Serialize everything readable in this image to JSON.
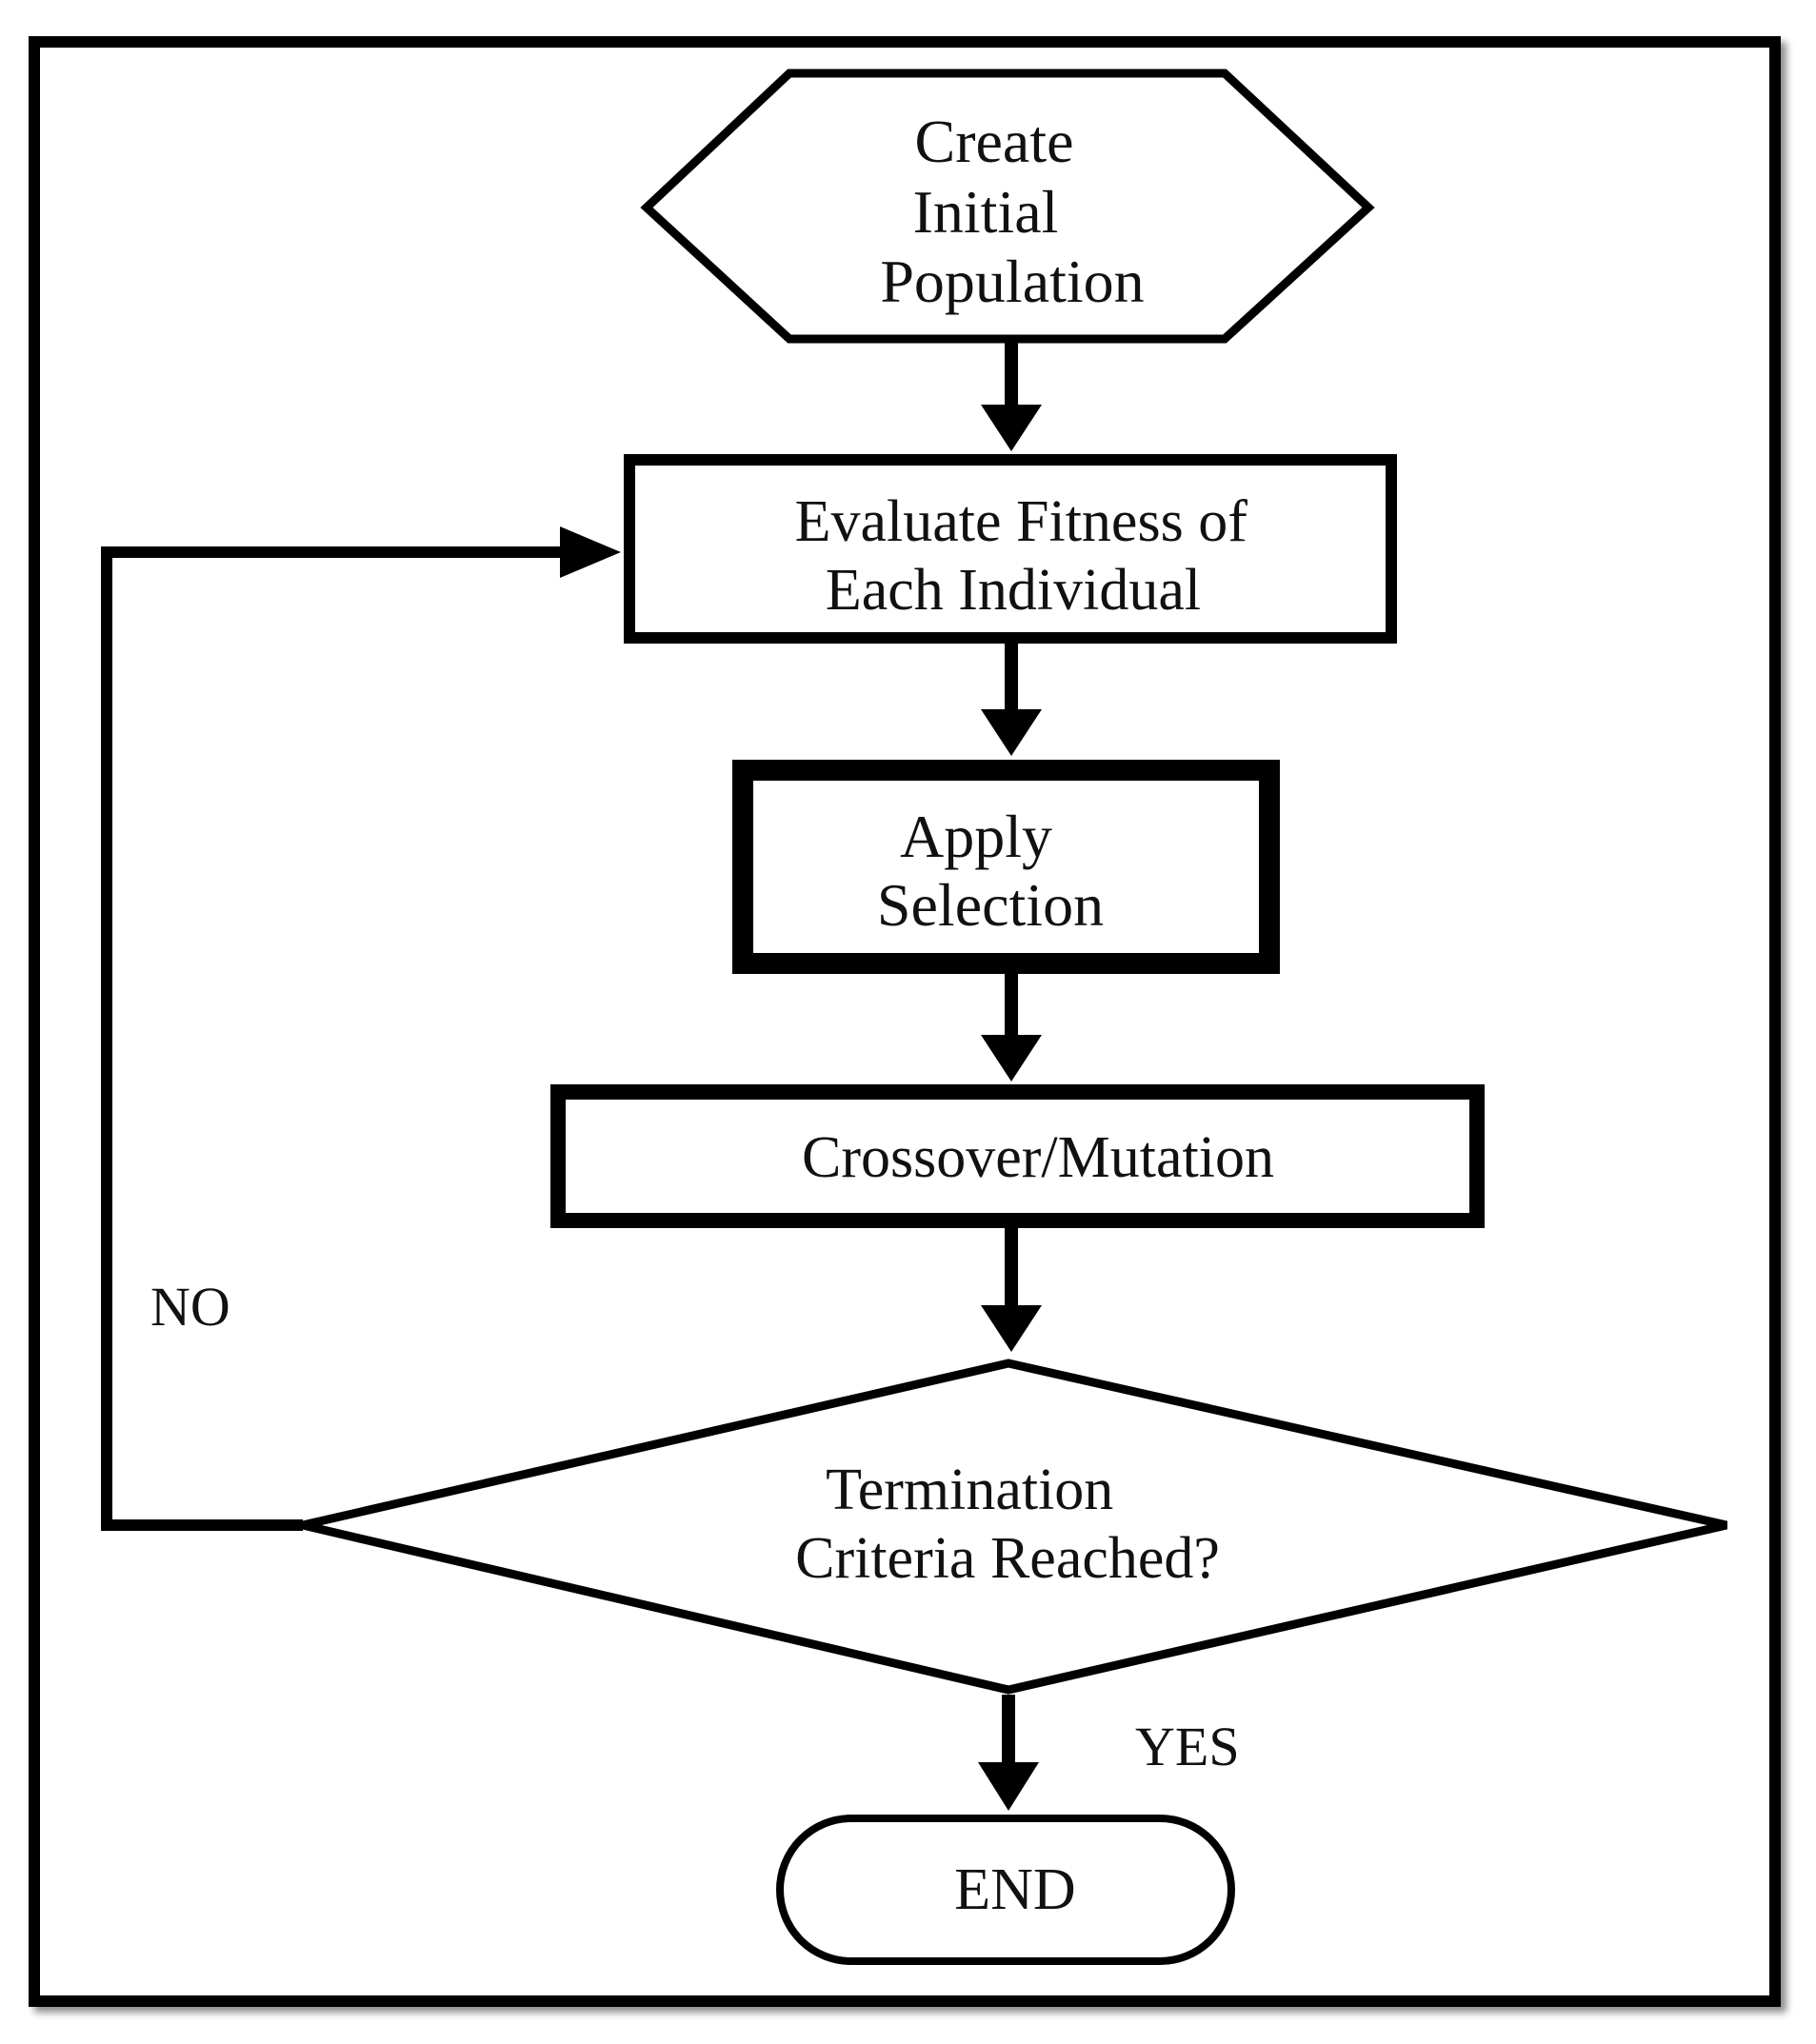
{
  "colors": {
    "stroke": "#000000",
    "background": "#ffffff",
    "text": "#111111"
  },
  "nodes": {
    "start": {
      "shape": "hexagon",
      "lines": [
        "Create",
        "Initial",
        "Population"
      ]
    },
    "evaluate": {
      "shape": "rectangle",
      "lines": [
        "Evaluate Fitness of",
        "Each Individual"
      ]
    },
    "selection": {
      "shape": "rectangle",
      "lines": [
        "Apply",
        "Selection"
      ]
    },
    "crossover": {
      "shape": "rectangle",
      "lines": [
        "Crossover/Mutation"
      ]
    },
    "decision": {
      "shape": "diamond",
      "lines": [
        "Termination",
        "Criteria Reached?"
      ]
    },
    "end": {
      "shape": "terminator",
      "lines": [
        "END"
      ]
    }
  },
  "edges": {
    "no_label": "NO",
    "yes_label": "YES"
  }
}
